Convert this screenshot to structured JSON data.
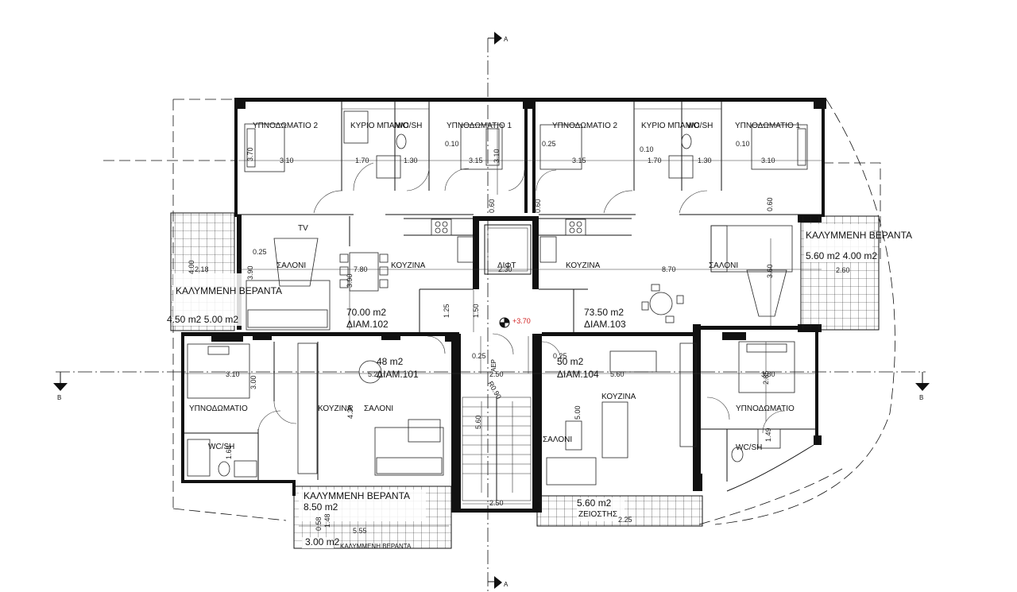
{
  "colors": {
    "ink": "#111111",
    "level_marker": "#d11f1f",
    "paper": "#ffffff"
  },
  "section_marks": {
    "top": "A",
    "bottom": "A",
    "left": "B",
    "right": "B"
  },
  "level": "+3.70",
  "rooms": {
    "bed2_left": "ΥΠΝΟΔΩΜΑΤΙΟ 2",
    "master_bath_left": "ΚΥΡΙΟ ΜΠΑΝΙΟ",
    "wcsh_top_left": "WC/SH",
    "bed1_left": "ΥΠΝΟΔΩΜΑΤΙΟ 1",
    "bed2_right": "ΥΠΝΟΔΩΜΑΤΙΟ 2",
    "master_bath_right": "ΚΥΡΙΟ ΜΠΑΝΙΟ",
    "wcsh_top_right": "WC/SH",
    "bed1_right": "ΥΠΝΟΔΩΜΑΤΙΟ 1",
    "tv": "TV",
    "saloni_left": "ΣΑΛΟΝΙ",
    "kouzina_left": "ΚΟΥΖΙΝΑ",
    "lift": "ΛΙΦΤ",
    "kouzina_mid": "ΚΟΥΖΙΝΑ",
    "saloni_right": "ΣΑΛΟΝΙ",
    "veranda_left_title": "ΚΑΛΥΜΜΕΝΗ ΒΕΡΑΝΤΑ",
    "veranda_right_title": "ΚΑΛΥΜΜΕΝΗ ΒΕΡΑΝΤΑ",
    "bed_101": "ΥΠΝΟΔΩΜΑΤΙΟ",
    "kouzina_101": "ΚΟΥΖΙΝΑ",
    "saloni_101": "ΣΑΛΟΝΙ",
    "wcsh_101": "WC/SH",
    "kouzina_104": "ΚΟΥΖΙΝΑ",
    "saloni_104": "ΣΑΛΟΝΙ",
    "bed_104": "ΥΠΝΟΔΩΜΑΤΙΟ",
    "wcsh_104": "WC/SH",
    "veranda_bottom_title": "ΚΑΛΥΜΜΕΝΗ ΒΕΡΑΝΤΑ",
    "veranda_bottom_sub": "ΚΑΛΥΜΜΕΝΗ ΒΕΡΑΝΤΑ",
    "plant": "ΖΕΙΟΣΤΗΣ",
    "shaft": "ΑΕΡ"
  },
  "apartments": {
    "a102": {
      "area": "70.00 m2",
      "name": "ΔΙΑΜ.102"
    },
    "a103": {
      "area": "73.50 m2",
      "name": "ΔΙΑΜ.103"
    },
    "a101": {
      "area": "48 m2",
      "name": "ΔΙΑΜ.101"
    },
    "a104": {
      "area": "50 m2",
      "name": "ΔΙΑΜ.104"
    }
  },
  "verandas": {
    "left_areas": "4.50 m2 5.00 m2",
    "right_areas": "5.60 m2   4.00 m2",
    "bottom_area1": "8.50 m2",
    "bottom_area2": "3.00 m2",
    "bottom_right_area": "5.60 m2"
  },
  "dims": {
    "d310a": "3.10",
    "d170a": "1.70",
    "d130a": "1.30",
    "d315a": "3.15",
    "d010a": "0.10",
    "d370": "3.70",
    "d310v": "3.10",
    "d025a": "0.25",
    "d315b": "3.15",
    "d010b": "0.10",
    "d170b": "1.70",
    "d130b": "1.30",
    "d010c": "0.10",
    "d310b": "3.10",
    "d060a": "0.60",
    "d060b": "0.60",
    "d060c": "0.60",
    "d025b": "0.25",
    "d218": "2.18",
    "d390": "3.90",
    "d780": "7.80",
    "d390v": "3.90",
    "d230": "2.30",
    "d870": "8.70",
    "d360": "3.60",
    "d260": "2.60",
    "d125": "1.25",
    "d150": "1.50",
    "d310c": "3.10",
    "d300": "3.00",
    "d520": "5.20",
    "d025c": "0.25",
    "d025d": "0.25",
    "d250a": "2.50",
    "d090": "R0.90",
    "d560": "5.60",
    "d580": "5.60",
    "d500": "5.00",
    "d380": "3.80",
    "d285": "2.85",
    "d149": "1.49",
    "d160": "1.60",
    "d430": "4.30",
    "d250b": "2.50",
    "d058": "0.58",
    "d148": "1.48",
    "d555": "5.55",
    "d225": "2.25",
    "d400": "4.00"
  }
}
